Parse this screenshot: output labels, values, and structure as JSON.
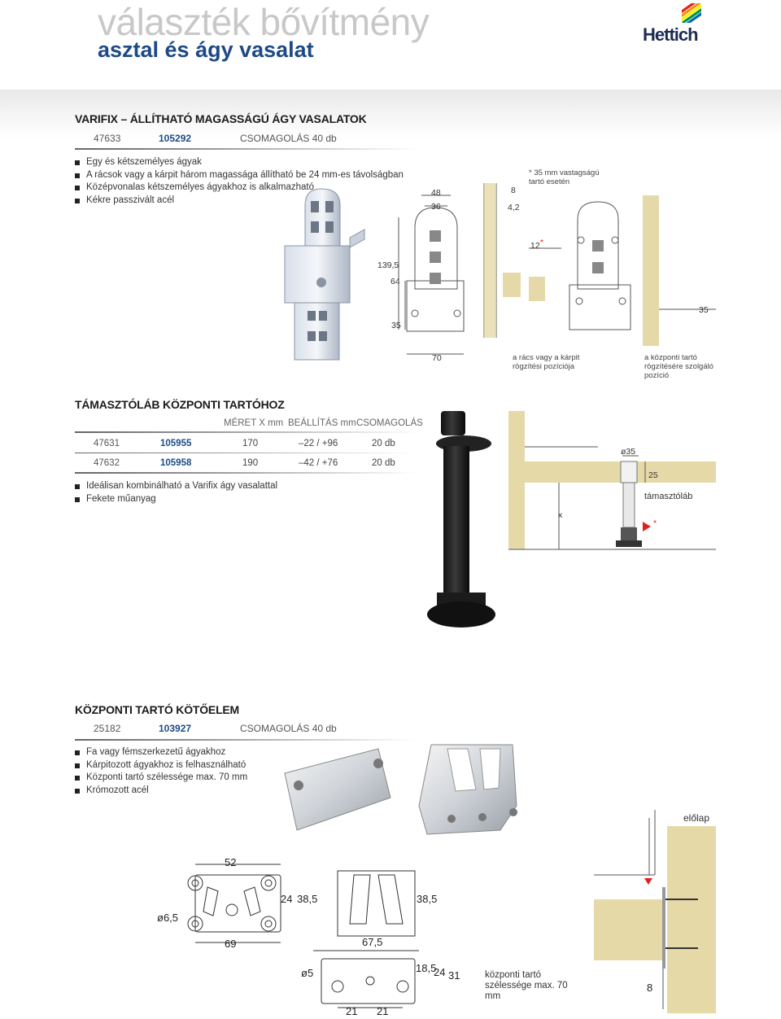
{
  "header": {
    "line1": "választék bővítmény",
    "line2": "asztal és ágy vasalat",
    "logo_text": "Hettich",
    "logo_colors": [
      "#e42313",
      "#f39200",
      "#ffed00",
      "#009640",
      "#0069b4",
      "#1d2b55"
    ]
  },
  "varifix": {
    "title": "VARIFIX – ÁLLÍTHATÓ MAGASSÁGÚ ÁGY VASALATOK",
    "code1": "47633",
    "code2": "105292",
    "pack": "CSOMAGOLÁS 40 db",
    "bullets": [
      "Egy és kétszemélyes ágyak",
      "A rácsok vagy a kárpit három magassága állítható be 24 mm-es távolságban",
      "Középvonalas kétszemélyes ágyakhoz is alkalmazható",
      "Kékre passzivált acél"
    ],
    "dims": {
      "d48": "48",
      "d36": "36",
      "d8": "8",
      "d42": "4,2",
      "d1395": "139,5",
      "d64": "64",
      "d35a": "35",
      "d70": "70",
      "d12": "12",
      "star": "*",
      "d35b": "35"
    },
    "note": "* 35 mm vastagságú tartó esetén",
    "caption1": "a rács vagy a kárpit rögzítési pozíciója",
    "caption2": "a központi tartó rögzítésére szolgáló pozíció"
  },
  "tamaszto": {
    "title": "TÁMASZTÓLÁB KÖZPONTI TARTÓHOZ",
    "headers": [
      "MÉRET X mm",
      "BEÁLLÍTÁS mm",
      "CSOMAGOLÁS"
    ],
    "rows": [
      {
        "a": "47631",
        "b": "105955",
        "size": "170",
        "adj": "–22 / +96",
        "pack": "20 db"
      },
      {
        "a": "47632",
        "b": "105958",
        "size": "190",
        "adj": "–42 / +76",
        "pack": "20 db"
      }
    ],
    "bullets": [
      "Ideálisan kombinálható a Varifix ágy vasalattal",
      "Fekete műanyag"
    ],
    "dims": {
      "dia": "ø35",
      "d25": "25",
      "x": "x",
      "leg": "támasztóláb",
      "star": "*"
    }
  },
  "kozponti": {
    "title": "KÖZPONTI TARTÓ KÖTŐELEM",
    "code1": "25182",
    "code2": "103927",
    "pack": "CSOMAGOLÁS 40 db",
    "bullets": [
      "Fa vagy fémszerkezetű ágyakhoz",
      "Kárpitozott ágyakhoz is felhasználható",
      "Központi tartó szélessége max. 70 mm",
      "Krómozott acél"
    ],
    "dims": {
      "d52": "52",
      "d24": "24",
      "d385a": "38,5",
      "d385b": "38,5",
      "d65": "ø6,5",
      "d69": "69",
      "d675": "67,5",
      "d5": "ø5",
      "d185": "18,5",
      "d24b": "24",
      "d31": "31",
      "d21a": "21",
      "d21b": "21",
      "d8": "8",
      "front": "előlap"
    },
    "caption": "központi tartó szélessége max. 70 mm"
  }
}
